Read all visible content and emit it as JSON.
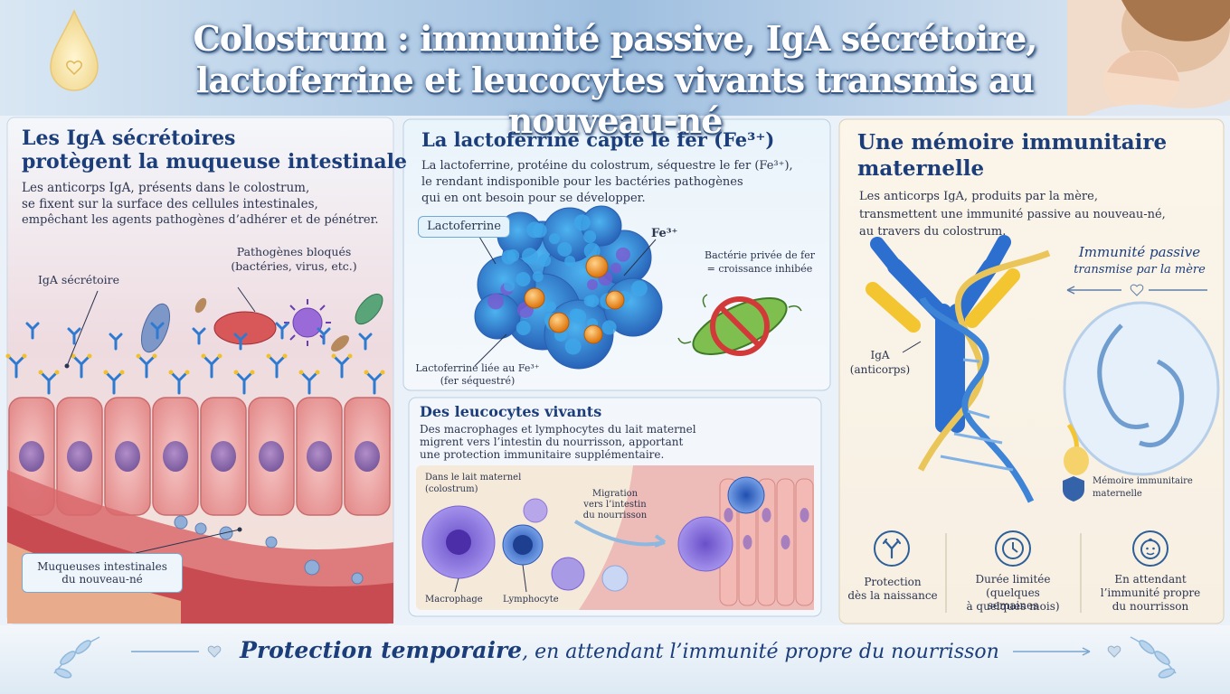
{
  "header": {
    "title_line1": "Colostrum : immunité passive, IgA sécrétoire,",
    "title_line2": "lactoferrine et leucocytes vivants transmis au nouveau-né"
  },
  "panel_iga": {
    "title_line1": "Les IgA sécrétoires",
    "title_line2": "protègent la muqueuse intestinale",
    "text_line1": "Les anticorps IgA, présents dans le colostrum,",
    "text_line2": "se fixent sur la surface des cellules intestinales,",
    "text_line3": "empêchant les agents pathogènes d’adhérer et de pénétrer.",
    "label_pathogens_line1": "Pathogènes bloqués",
    "label_pathogens_line2": "(bactéries, virus, etc.)",
    "label_iga": "IgA sécrétoire",
    "label_mucosa_line1": "Muqueuses intestinales",
    "label_mucosa_line2": "du nouveau-né"
  },
  "panel_lactoferrin": {
    "title": "La lactoferrine capte le fer (Fe³⁺)",
    "text_line1": "La lactoferrine, protéine du colostrum, séquestre le fer (Fe³⁺),",
    "text_line2": "le rendant indisponible pour les bactéries pathogènes",
    "text_line3": "qui en ont besoin pour se développer.",
    "label_lactoferrin": "Lactoferrine",
    "label_fe": "Fe³⁺",
    "label_bacteria_line1": "Bactérie privée de fer",
    "label_bacteria_line2": "= croissance inhibée",
    "label_bound_line1": "Lactoferrine liée au Fe³⁺",
    "label_bound_line2": "(fer séquestré)"
  },
  "panel_leukocytes": {
    "title": "Des leucocytes vivants",
    "text_line1": "Des macrophages et lymphocytes du lait maternel",
    "text_line2": "migrent vers l’intestin du nourrisson, apportant",
    "text_line3": "une protection immunitaire supplémentaire.",
    "label_milk_line1": "Dans le lait maternel",
    "label_milk_line2": "(colostrum)",
    "label_migration_line1": "Migration",
    "label_migration_line2": "vers l’intestin",
    "label_migration_line3": "du nourrisson",
    "label_macrophage": "Macrophage",
    "label_lymphocyte": "Lymphocyte"
  },
  "panel_memory": {
    "title_line1": "Une mémoire immunitaire",
    "title_line2": "maternelle",
    "text_line1": "Les anticorps IgA, produits par la mère,",
    "text_line2": "transmettent une immunité passive au nouveau-né,",
    "text_line3": "au travers du colostrum.",
    "label_passive_line1": "Immunité passive",
    "label_passive_line2": "transmise par la mère",
    "label_iga_line1": "IgA",
    "label_iga_line2": "(anticorps)",
    "label_memory_line1": "Mémoire immunitaire",
    "label_memory_line2": "maternelle",
    "features": [
      {
        "line1": "Protection",
        "line2": "dès la naissance",
        "line3": ""
      },
      {
        "line1": "Durée limitée",
        "line2": "(quelques semaines",
        "line3": "à quelques mois)"
      },
      {
        "line1": "En attendant",
        "line2": "l’immunité propre",
        "line3": "du nourrisson"
      }
    ]
  },
  "footer": {
    "text_bold": "Protection temporaire",
    "text_rest": ", en attendant l’immunité propre du nourrisson"
  },
  "colors": {
    "title_navy": "#1b3d7a",
    "antibody_blue": "#3a7fd0",
    "antibody_yellow": "#f2c63a",
    "tissue_pink": "#e9a4a2"
  }
}
